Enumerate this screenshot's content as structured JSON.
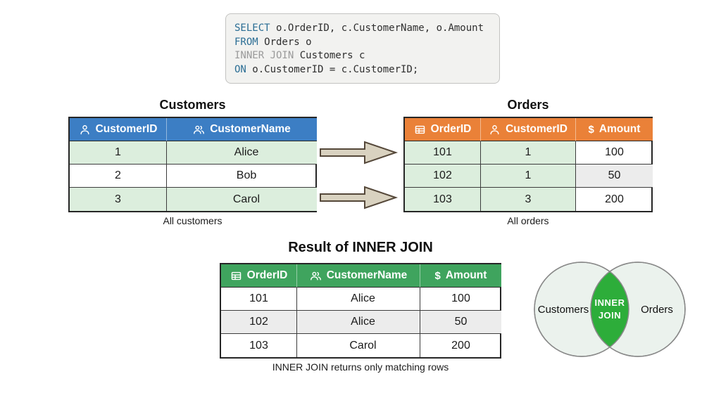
{
  "sql": {
    "lines": [
      {
        "keyword": "SELECT",
        "rest": " o.OrderID, c.CustomerName, o.Amount"
      },
      {
        "keyword": "FROM",
        "rest": " Orders o"
      },
      {
        "keyword": "INNER JOIN",
        "rest": " Customers c"
      },
      {
        "keyword": "ON",
        "rest": " o.CustomerID = c.CustomerID;"
      }
    ]
  },
  "customers_table": {
    "title": "Customers",
    "caption": "All customers",
    "columns": [
      {
        "icon": "person-icon",
        "label": "CustomerID"
      },
      {
        "icon": "people-icon",
        "label": "CustomerName"
      }
    ],
    "rows": [
      [
        "1",
        "Alice"
      ],
      [
        "2",
        "Bob"
      ],
      [
        "3",
        "Carol"
      ]
    ]
  },
  "orders_table": {
    "title": "Orders",
    "caption": "All orders",
    "columns": [
      {
        "icon": "table-icon",
        "label": "OrderID"
      },
      {
        "icon": "person-icon",
        "label": "CustomerID"
      },
      {
        "icon": "dollar-icon",
        "label": "Amount"
      }
    ],
    "rows": [
      [
        "101",
        "1",
        "100"
      ],
      [
        "102",
        "1",
        "50"
      ],
      [
        "103",
        "3",
        "200"
      ]
    ]
  },
  "result_table": {
    "title": "Result of INNER JOIN",
    "caption": "INNER JOIN returns only matching rows",
    "columns": [
      {
        "icon": "table-icon",
        "label": "OrderID"
      },
      {
        "icon": "people-icon",
        "label": "CustomerName"
      },
      {
        "icon": "dollar-icon",
        "label": "Amount"
      }
    ],
    "rows": [
      [
        "101",
        "Alice",
        "100"
      ],
      [
        "102",
        "Alice",
        "50"
      ],
      [
        "103",
        "Carol",
        "200"
      ]
    ]
  },
  "venn": {
    "left_label": "Customers",
    "right_label": "Orders",
    "center_line1": "INNER",
    "center_line2": "JOIN"
  },
  "colors": {
    "customers_header": "#3c7ec4",
    "orders_header": "#ea8138",
    "result_header": "#3fa45e",
    "match_row_green": "#dceedd",
    "alt_row_gray": "#ececec",
    "venn_intersection_green": "#2dad3a",
    "venn_circle_fill": "#ebf2ed",
    "arrow_fill": "#d9d2c0",
    "sql_keyword_blue": "#2a6d94",
    "sql_keyword_gray": "#9a9a9a"
  }
}
